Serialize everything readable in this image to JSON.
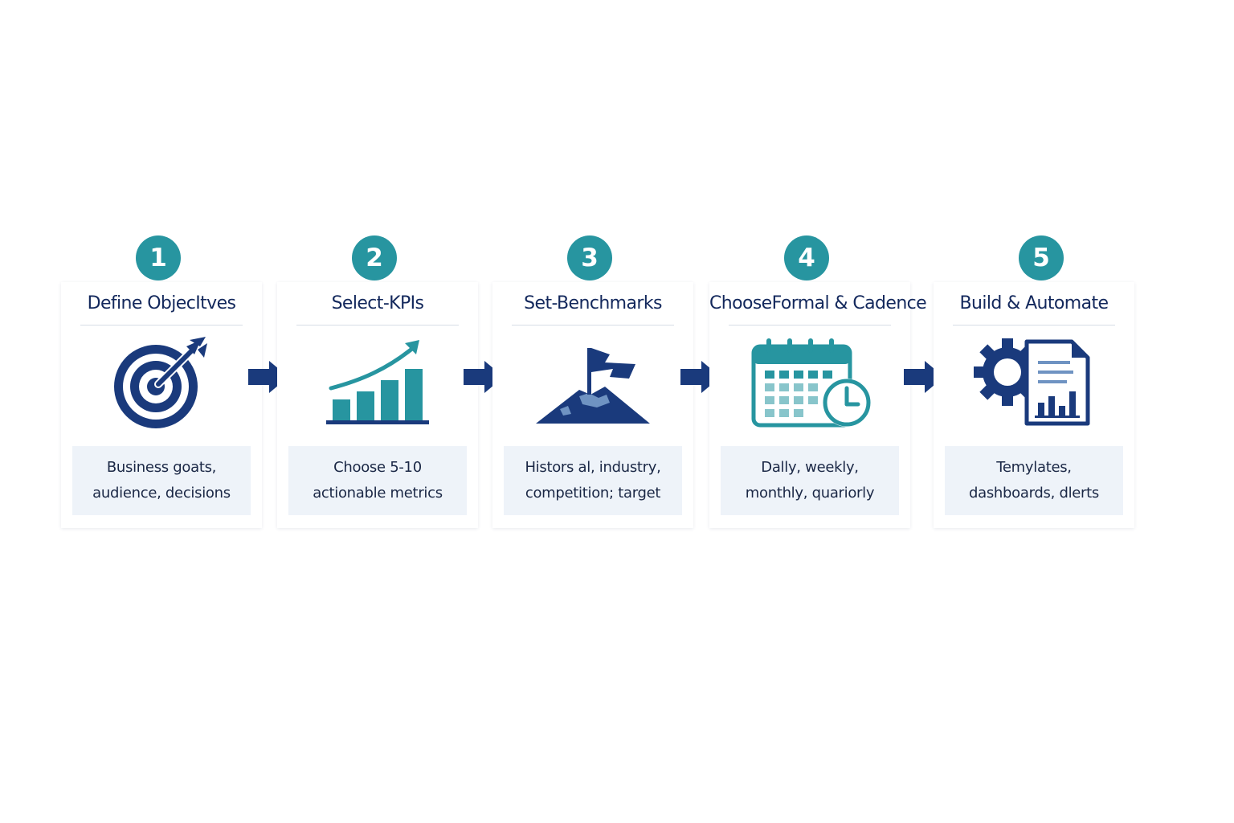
{
  "colors": {
    "teal": "#2795a0",
    "navy": "#1a3a7c",
    "title": "#13285c",
    "desc_bg": "#eef3f9"
  },
  "steps": [
    {
      "number": "1",
      "title": "Define ObjecItves",
      "icon": "target-icon",
      "desc_line1": "Business goats,",
      "desc_line2": "audience, decisions"
    },
    {
      "number": "2",
      "title": "Select-KPIs",
      "icon": "bar-chart-growth-icon",
      "desc_line1": "Choose 5-10",
      "desc_line2": "actionable metrics"
    },
    {
      "number": "3",
      "title": "Set-Benchmarks",
      "icon": "mountain-flag-icon",
      "desc_line1": "Histors al, industry,",
      "desc_line2": "competition; target"
    },
    {
      "number": "4",
      "title": "ChooseFormal & Cadence",
      "icon": "calendar-clock-icon",
      "desc_line1": "Dally, weekly,",
      "desc_line2": "monthly, quariorly"
    },
    {
      "number": "5",
      "title": "Build & Automate",
      "icon": "gear-report-icon",
      "desc_line1": "Temylates,",
      "desc_line2": "dashboards, dlerts"
    }
  ]
}
